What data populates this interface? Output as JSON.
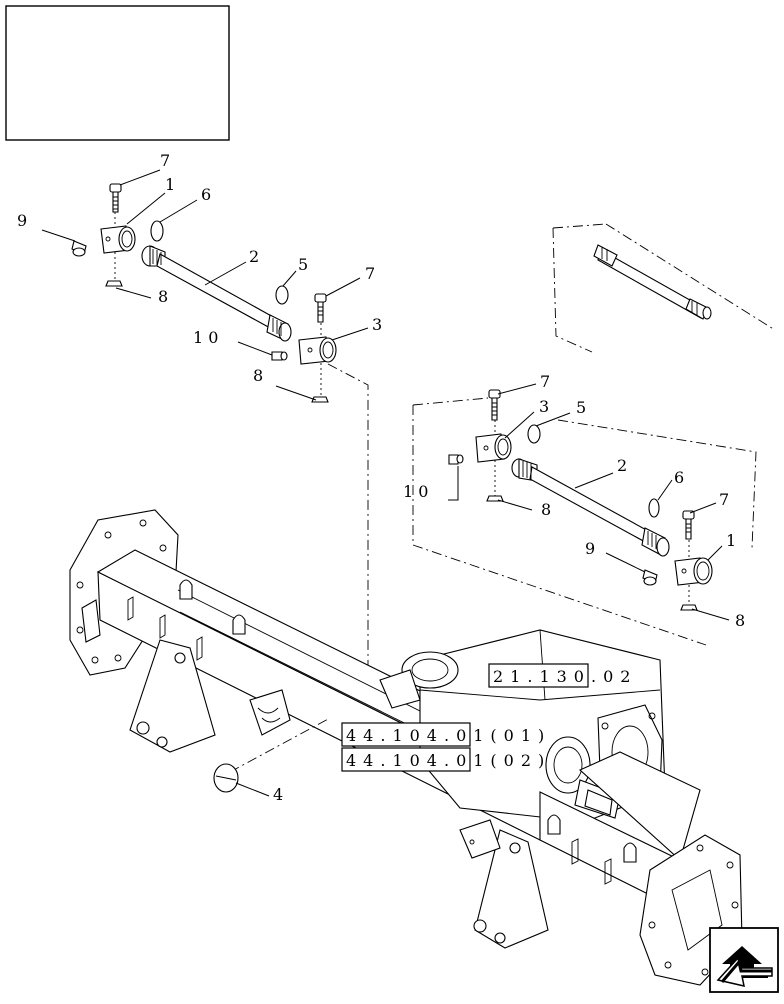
{
  "callouts": {
    "p7a": "7",
    "p1a": "1",
    "p6a": "6",
    "p9a": "9",
    "p2a": "2",
    "p5a": "5",
    "p7b": "7",
    "p8a": "8",
    "p10a": "1 0",
    "p3a": "3",
    "p8b": "8",
    "p7c": "7",
    "p3b": "3",
    "p5b": "5",
    "p2b": "2",
    "p10b": "1 0",
    "p8c": "8",
    "p6b": "6",
    "p7d": "7",
    "p9b": "9",
    "p1b": "1",
    "p8d": "8",
    "p4": "4"
  },
  "references": {
    "ref_21": "21.130.02",
    "ref_44_01": "44.104.01(01)",
    "ref_44_02": "44.104.01(02)"
  },
  "icons": {
    "title_box": "blank-title-block",
    "nav": "back-arrow-icon"
  }
}
